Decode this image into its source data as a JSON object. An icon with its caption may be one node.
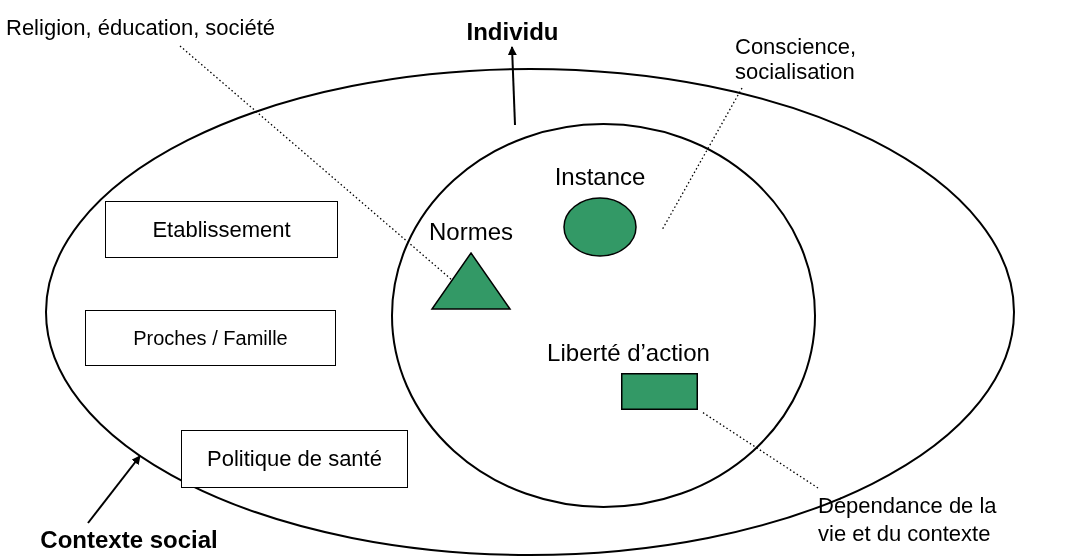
{
  "diagram": {
    "nodes": [
      {
        "text": [],
        "shape": "ellipse"
      },
      {
        "text": [
          "Etablissement"
        ],
        "in": 0
      },
      {
        "text": [
          "Proches / Famille"
        ],
        "in": 0
      },
      {
        "text": [
          "Politique de santé"
        ],
        "in": 0
      },
      {
        "text": [],
        "shape": "ellipse",
        "in": 0
      },
      {
        "text": [
          "Normes"
        ],
        "in": 4
      },
      {
        "text": [
          "Instance"
        ],
        "in": 4
      },
      {
        "text": [
          "Liberté d’action"
        ],
        "in": 4
      },
      {
        "text": [
          "Individu"
        ]
      },
      {
        "text": [
          "Contexte social"
        ]
      },
      {
        "text": [
          "Religion, éducation, société"
        ]
      },
      {
        "text": [
          "Conscience, socialisation"
        ]
      },
      {
        "text": [
          "Dépendance de la vie et du contexte"
        ]
      }
    ],
    "edges": [
      {
        "from": 4,
        "to": 8,
        "arrow": "to"
      },
      {
        "from": 9,
        "to": 0,
        "arrow": "to"
      },
      {
        "from": 10,
        "to": 5,
        "arrow": "none",
        "style": "dashed"
      },
      {
        "from": 11,
        "to": 6,
        "arrow": "none",
        "style": "dashed"
      },
      {
        "from": 12,
        "to": 7,
        "arrow": "none",
        "style": "dashed"
      }
    ]
  }
}
